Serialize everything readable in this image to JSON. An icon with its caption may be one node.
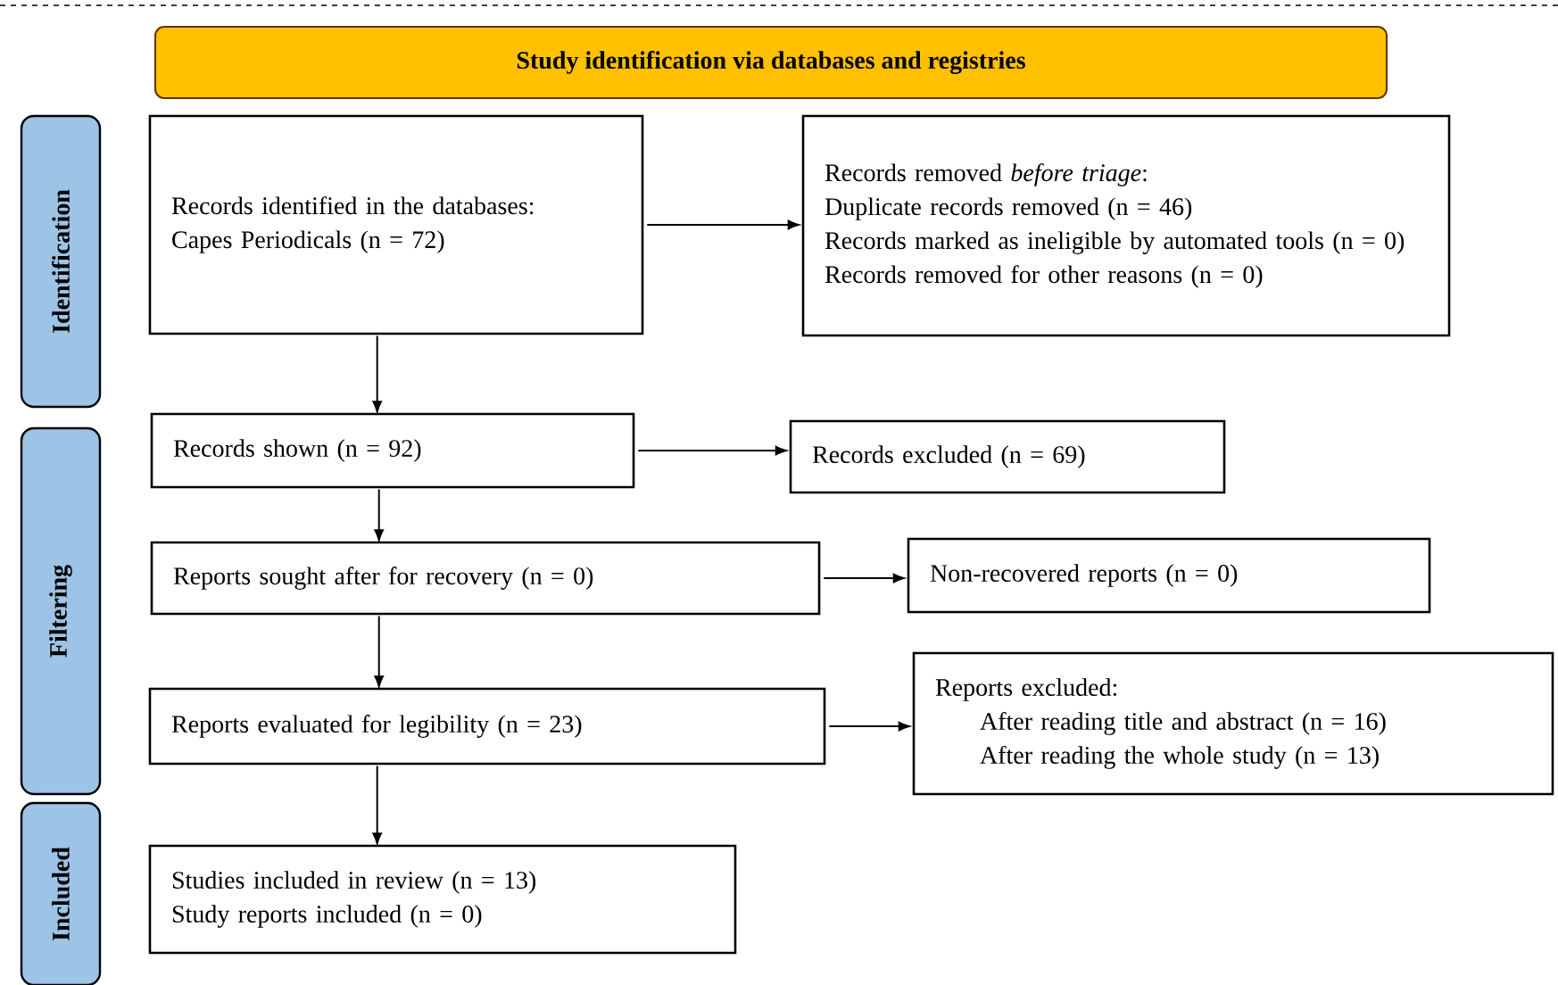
{
  "diagram": {
    "nodes": [
      {
        "text": [
          "Study identification via databases and registries"
        ]
      },
      {
        "text": [
          "Identification"
        ]
      },
      {
        "text": [
          "Filtering"
        ]
      },
      {
        "text": [
          "Included"
        ]
      },
      {
        "text": [
          "Records identified in the databases:",
          "Capes Periodicals (n = 72)"
        ]
      },
      {
        "text": [
          "Records removed *before triage*:",
          "Duplicate records removed (n = 46)",
          "Records marked as ineligible by automated tools (n = 0)",
          "Records removed for other reasons (n = 0)"
        ]
      },
      {
        "text": [
          "Records shown (n = 92)"
        ]
      },
      {
        "text": [
          "Records excluded (n = 69)"
        ]
      },
      {
        "text": [
          "Reports sought after for recovery (n = 0)"
        ]
      },
      {
        "text": [
          "Non-recovered reports (n = 0)"
        ]
      },
      {
        "text": [
          "Reports evaluated for legibility (n = 23)"
        ]
      },
      {
        "text": [
          "Reports excluded:",
          "After reading title and abstract (n = 16)",
          "After reading the whole study (n = 13)"
        ]
      },
      {
        "text": [
          "Studies included in review (n = 13)",
          "Study reports included (n = 0)"
        ]
      }
    ],
    "edges": [
      {
        "from": 4,
        "to": 5,
        "arrow": "to"
      },
      {
        "from": 4,
        "to": 6,
        "arrow": "to"
      },
      {
        "from": 6,
        "to": 7,
        "arrow": "to"
      },
      {
        "from": 6,
        "to": 8,
        "arrow": "to"
      },
      {
        "from": 8,
        "to": 9,
        "arrow": "to"
      },
      {
        "from": 8,
        "to": 10,
        "arrow": "to"
      },
      {
        "from": 10,
        "to": 11,
        "arrow": "to"
      },
      {
        "from": 10,
        "to": 12,
        "arrow": "to"
      }
    ]
  }
}
